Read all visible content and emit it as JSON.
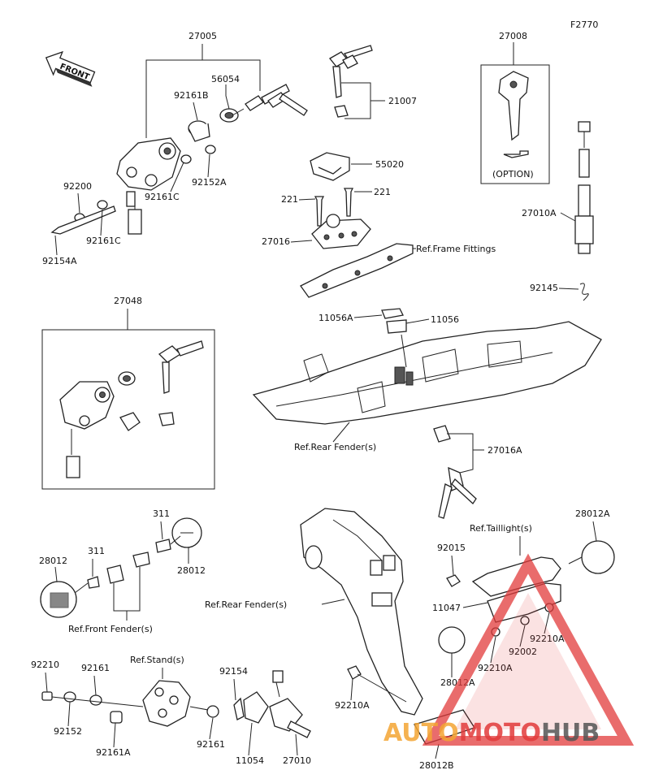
{
  "diagram_code": "F2770",
  "front_label": "FRONT",
  "option_label": "(OPTION)",
  "watermark": {
    "part1": "AUTO",
    "part2": "MOTO",
    "part3": "HUB",
    "color_orange": "#f4a533",
    "color_red": "#e23b3b",
    "color_grey": "#555555"
  },
  "labels": {
    "l27005": "27005",
    "l56054": "56054",
    "l92161B": "92161B",
    "l92200": "92200",
    "l92161C_a": "92161C",
    "l92152A": "92152A",
    "l92161C_b": "92161C",
    "l92154A": "92154A",
    "l21007": "21007",
    "l27008": "27008",
    "l55020": "55020",
    "l221_a": "221",
    "l221_b": "221",
    "l27016": "27016",
    "ref_frame": "Ref.Frame Fittings",
    "l27010A": "27010A",
    "l92145": "92145",
    "l27048": "27048",
    "l11056A": "11056A",
    "l11056": "11056",
    "ref_rear_fender_1": "Ref.Rear Fender(s)",
    "l27016A": "27016A",
    "l311_a": "311",
    "l311_b": "311",
    "l28012_a": "28012",
    "l28012_b": "28012",
    "ref_front_fender": "Ref.Front Fender(s)",
    "ref_taillight": "Ref.Taillight(s)",
    "l28012A_a": "28012A",
    "l92015": "92015",
    "ref_rear_fender_2": "Ref.Rear Fender(s)",
    "l11047": "11047",
    "l92210A_a": "92210A",
    "l92002": "92002",
    "l92210A_b": "92210A",
    "l28012A_b": "28012A",
    "l92210A_c": "92210A",
    "l28012B": "28012B",
    "ref_stand": "Ref.Stand(s)",
    "l92210": "92210",
    "l92161_a": "92161",
    "l92154": "92154",
    "l92152": "92152",
    "l92161A": "92161A",
    "l92161_b": "92161",
    "l11054": "11054",
    "l27010": "27010"
  }
}
